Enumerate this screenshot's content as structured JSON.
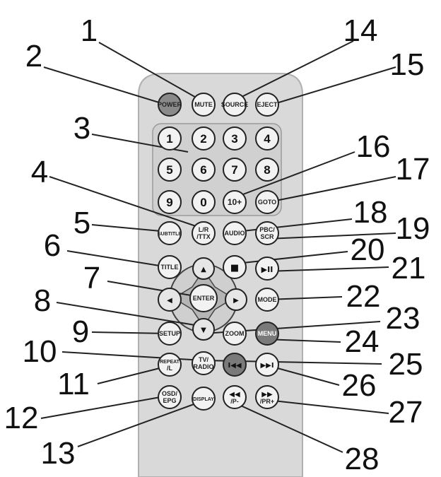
{
  "remote": {
    "buttons": {
      "power": "POWER",
      "mute": "MUTE",
      "source": "SOURCE",
      "eject": "EJECT",
      "num1": "1",
      "num2": "2",
      "num3": "3",
      "num4": "4",
      "num5": "5",
      "num6": "6",
      "num7": "7",
      "num8": "8",
      "num9": "9",
      "num0": "0",
      "ten_plus": "10+",
      "goto": "GOTO",
      "subtitle": "SUBTITLE",
      "lr_ttx_1": "L/R",
      "lr_ttx_2": "/TTX",
      "audio": "AUDIO",
      "pbc_1": "PBC/",
      "pbc_2": "SCR",
      "title": "TITLE",
      "up": "▲",
      "stop": "■",
      "play_pause": "▶II",
      "left": "◀",
      "enter": "ENTER",
      "right": "▶",
      "mode": "MODE",
      "setup": "SETUP",
      "down": "▼",
      "zoom": "ZOOM",
      "menu": "MENU",
      "repeat_1": "REPEAT",
      "repeat_2": "/L",
      "tv_radio_1": "TV/",
      "tv_radio_2": "RADIO",
      "prev": "I◀◀",
      "next": "▶▶I",
      "osd_1": "OSD/",
      "osd_2": "EPG",
      "display": "DISPLAY",
      "rew_1": "◀◀",
      "rew_2": "/P-",
      "ff_1": "▶▶",
      "ff_2": "/PR+"
    }
  },
  "callouts": [
    "1",
    "2",
    "3",
    "4",
    "5",
    "6",
    "7",
    "8",
    "9",
    "10",
    "11",
    "12",
    "13",
    "14",
    "15",
    "16",
    "17",
    "18",
    "19",
    "20",
    "21",
    "22",
    "23",
    "24",
    "25",
    "26",
    "27",
    "28"
  ],
  "colors": {
    "body": "#d9d9d9",
    "button": "#f2f2f2",
    "power_button": "#8a8a8a",
    "dark_button": "#7a7a7a",
    "outline": "#222222"
  }
}
